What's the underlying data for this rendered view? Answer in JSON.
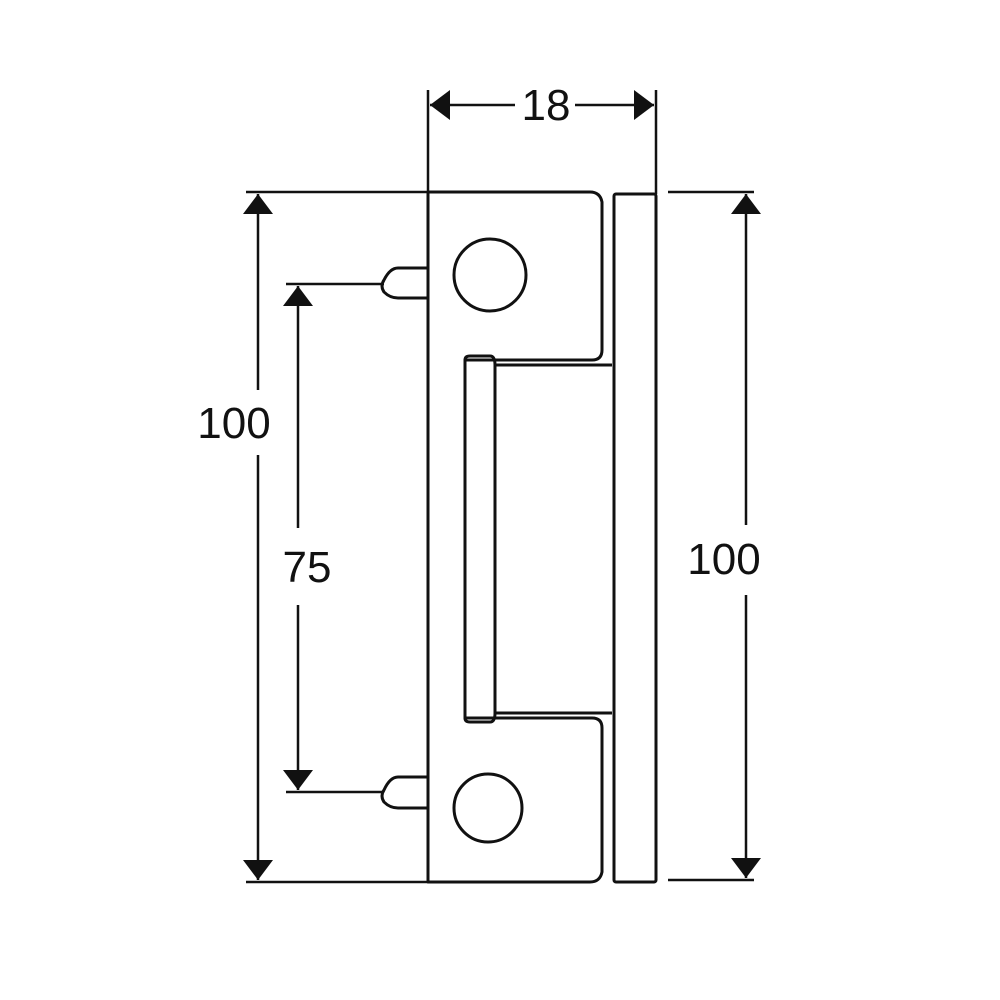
{
  "diagram": {
    "title": "",
    "subject": "strike plate technical drawing",
    "units": "mm",
    "colors": {
      "line": "#111111",
      "background": "#ffffff",
      "light_fill": "#eeeeee"
    },
    "dimensions": {
      "width_top": {
        "label": "18",
        "orientation": "horizontal"
      },
      "height_left": {
        "label": "100",
        "orientation": "vertical"
      },
      "pin_spacing": {
        "label": "75",
        "orientation": "vertical"
      },
      "height_right": {
        "label": "100",
        "orientation": "vertical"
      }
    },
    "parts": [
      {
        "name": "front-plate",
        "features": [
          "two round screw holes",
          "rectangular centre recess"
        ]
      },
      {
        "name": "side-plate",
        "features": [
          "narrow vertical strip"
        ]
      },
      {
        "name": "locating-pins",
        "count": 2
      }
    ]
  }
}
